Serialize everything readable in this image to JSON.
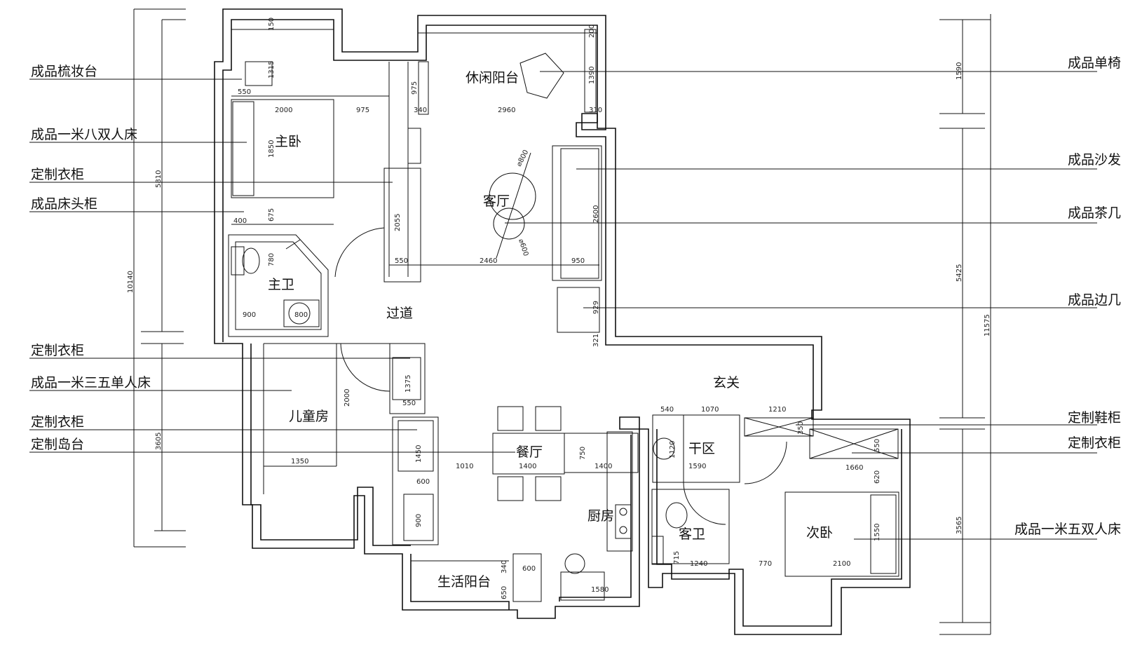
{
  "rooms": {
    "master_bedroom": "主卧",
    "leisure_balcony": "休闲阳台",
    "living_room": "客厅",
    "master_bath": "主卫",
    "corridor": "过道",
    "entrance": "玄关",
    "kids_room": "儿童房",
    "dry_zone": "干区",
    "dining_room": "餐厅",
    "kitchen": "厨房",
    "guest_bath": "客卫",
    "second_bedroom": "次卧",
    "utility_balcony": "生活阳台"
  },
  "labels_left": [
    "成品梳妆台",
    "成品一米八双人床",
    "定制衣柜",
    "成品床头柜",
    "定制衣柜",
    "成品一米三五单人床",
    "定制衣柜",
    "定制岛台"
  ],
  "labels_right": [
    "成品单椅",
    "成品沙发",
    "成品茶几",
    "成品边几",
    "定制鞋柜",
    "定制衣柜",
    "成品一米五双人床"
  ],
  "dims": {
    "d150": "150",
    "d1315": "1315",
    "d550a": "550",
    "d2000a": "2000",
    "d975a": "975",
    "d1850": "1850",
    "d675": "675",
    "d400": "400",
    "d5810": "5810",
    "d10140": "10140",
    "d780": "780",
    "d900a": "900",
    "d800a": "800",
    "d2055": "2055",
    "d550b": "550",
    "d2460": "2460",
    "d950": "950",
    "d2600": "2600",
    "d800c": "⌀800",
    "d600c": "⌀600",
    "d929": "929",
    "d321": "321",
    "d200": "200",
    "d1390": "1390",
    "d975b": "975",
    "d340a": "340",
    "d2960": "2960",
    "d310": "310",
    "d1590a": "1590",
    "d5425": "5425",
    "d11575": "11575",
    "d3565": "3565",
    "d1375": "1375",
    "d2000b": "2000",
    "d550c": "550",
    "d3605": "3605",
    "d1350": "1350",
    "d1450": "1450",
    "d600a": "600",
    "d900b": "900",
    "d1010": "1010",
    "d1400a": "1400",
    "d750": "750",
    "d1400b": "1400",
    "d540": "540",
    "d1070": "1070",
    "d1210": "1210",
    "d350": "350",
    "d1590b": "1590",
    "d1120": "1120",
    "d715": "715",
    "d1240": "1240",
    "d550d": "550",
    "d1660": "1660",
    "d620": "620",
    "d770": "770",
    "d2100": "2100",
    "d1550": "1550",
    "d340b": "340",
    "d650": "650",
    "d600b": "600",
    "d1580": "1580"
  }
}
